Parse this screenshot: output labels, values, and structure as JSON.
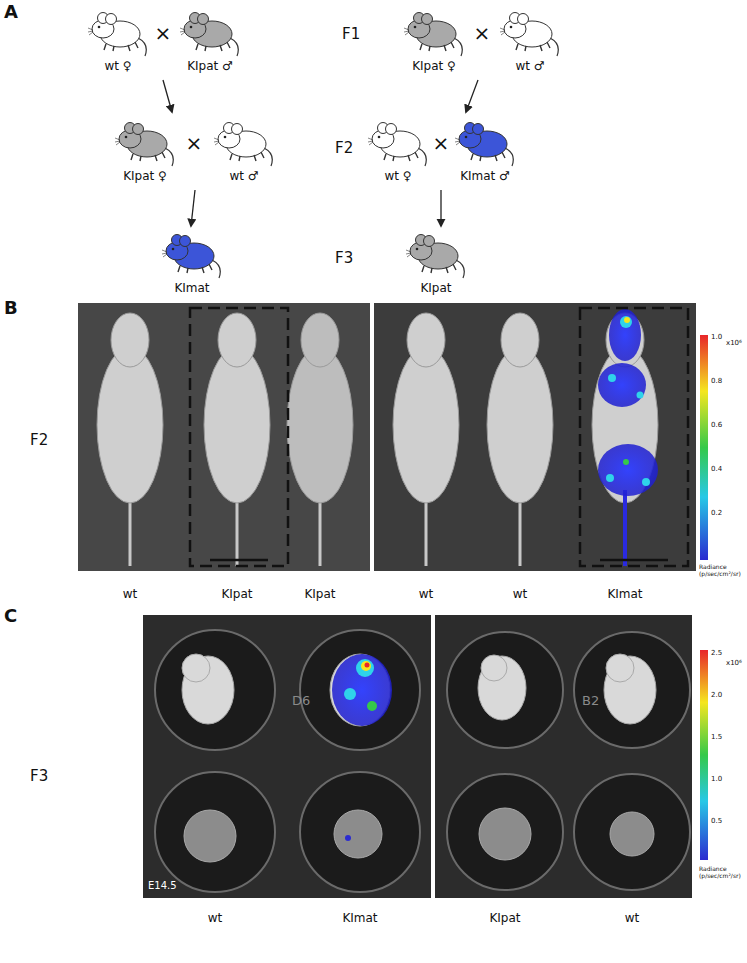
{
  "diagram": {
    "labels": [
      "A",
      "F1",
      "wt ♀",
      "KIpat ♂",
      "KIpat ♀",
      "wt ♂",
      "×",
      "×",
      "F2",
      "KIpat ♀",
      "wt ♂",
      "wt ♀",
      "KImat ♂",
      "×",
      "×",
      "F3",
      "KImat",
      "KIpat",
      "B",
      "F2",
      "wt",
      "KIpat",
      "KIpat",
      "wt",
      "wt",
      "KImat",
      "1.0",
      "0.8",
      "0.6",
      "0.4",
      "0.2",
      "x10⁶",
      "Radiance (p/sec/cm²/sr)",
      "C",
      "F3",
      "D6",
      "B2",
      "E14.5",
      "wt",
      "KImat",
      "KIpat",
      "wt",
      "2.5",
      "2.0",
      "1.5",
      "1.0",
      "0.5",
      "x10⁶",
      "Radiance (p/sec/cm²/sr)"
    ]
  }
}
